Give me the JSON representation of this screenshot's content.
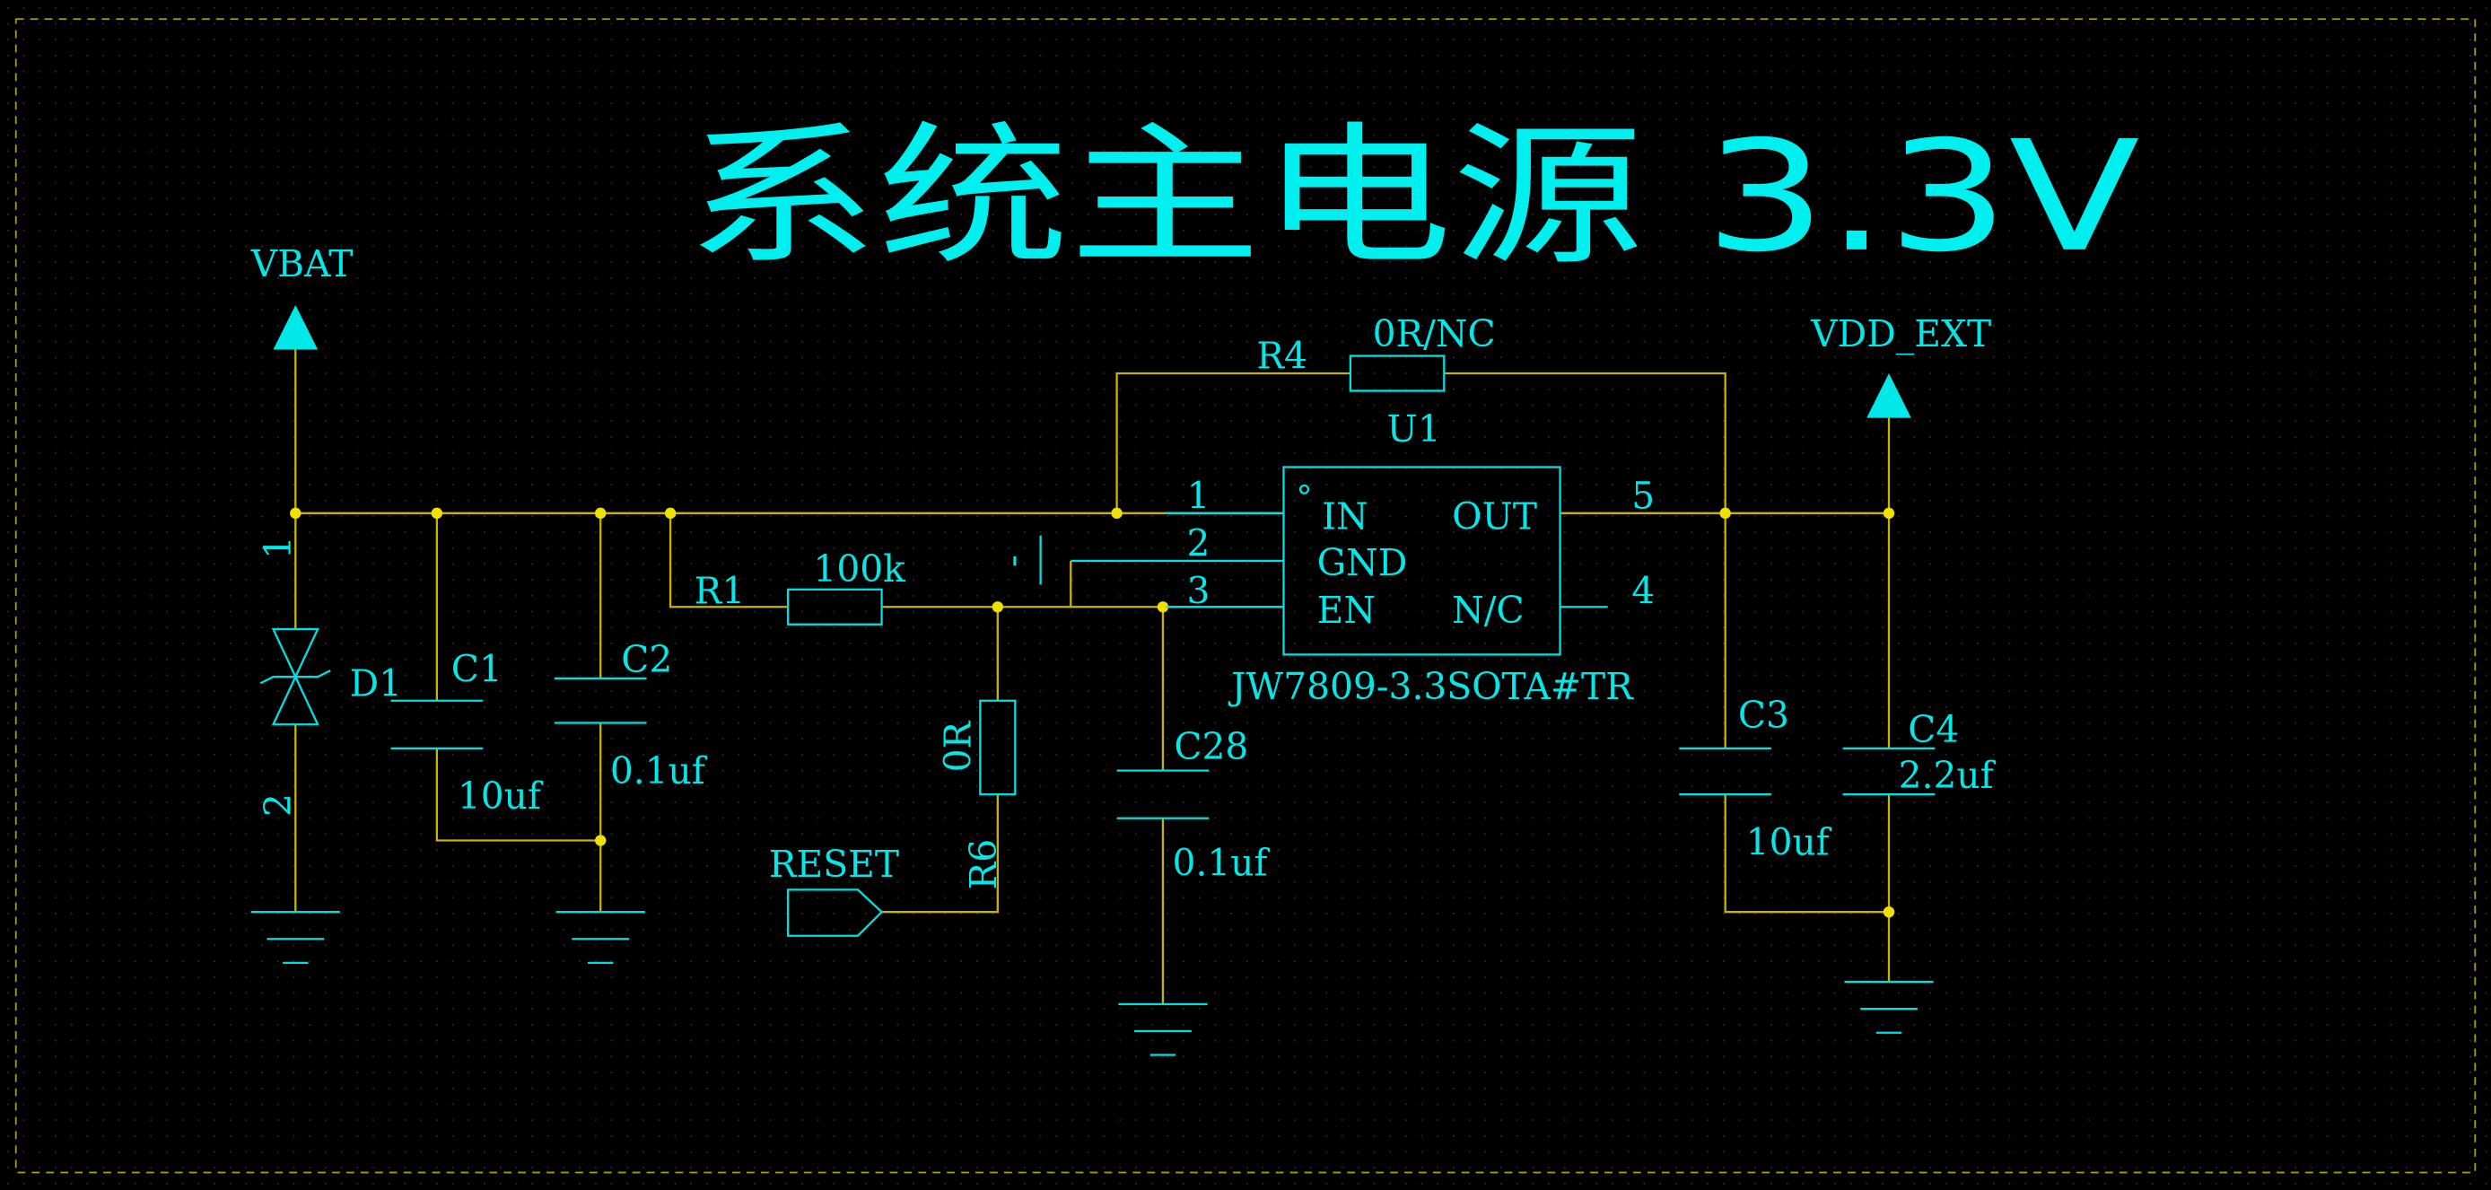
{
  "title": "系统主电源 3.3V",
  "colors": {
    "background": "#000000",
    "wire": "#c8b400",
    "component": "#00e0e0",
    "junction": "#f0e000",
    "text": "#00e8e8",
    "frame": "#b0a000"
  },
  "nets": {
    "vbat": "VBAT",
    "vdd_ext": "VDD_EXT",
    "reset": "RESET"
  },
  "d1": {
    "ref": "D1",
    "pin_top": "1",
    "pin_bottom": "2"
  },
  "c1": {
    "ref": "C1",
    "value": "10uf"
  },
  "c2": {
    "ref": "C2",
    "value": "0.1uf"
  },
  "r1": {
    "ref": "R1",
    "value": "100k"
  },
  "r4": {
    "ref": "R4",
    "value": "0R/NC"
  },
  "r6": {
    "ref": "R6",
    "value": "0R"
  },
  "c28": {
    "ref": "C28",
    "value": "0.1uf"
  },
  "c3": {
    "ref": "C3",
    "value": "10uf"
  },
  "c4": {
    "ref": "C4",
    "value": "2.2uf"
  },
  "u1": {
    "ref": "U1",
    "part": "JW7809-3.3SOTA#TR",
    "pins": {
      "in": "IN",
      "gnd": "GND",
      "en": "EN",
      "out": "OUT",
      "nc": "N/C"
    },
    "pin_numbers": {
      "p1": "1",
      "p2": "2",
      "p3": "3",
      "p4": "4",
      "p5": "5"
    }
  },
  "misc_marks": {
    "stub": "-"
  }
}
